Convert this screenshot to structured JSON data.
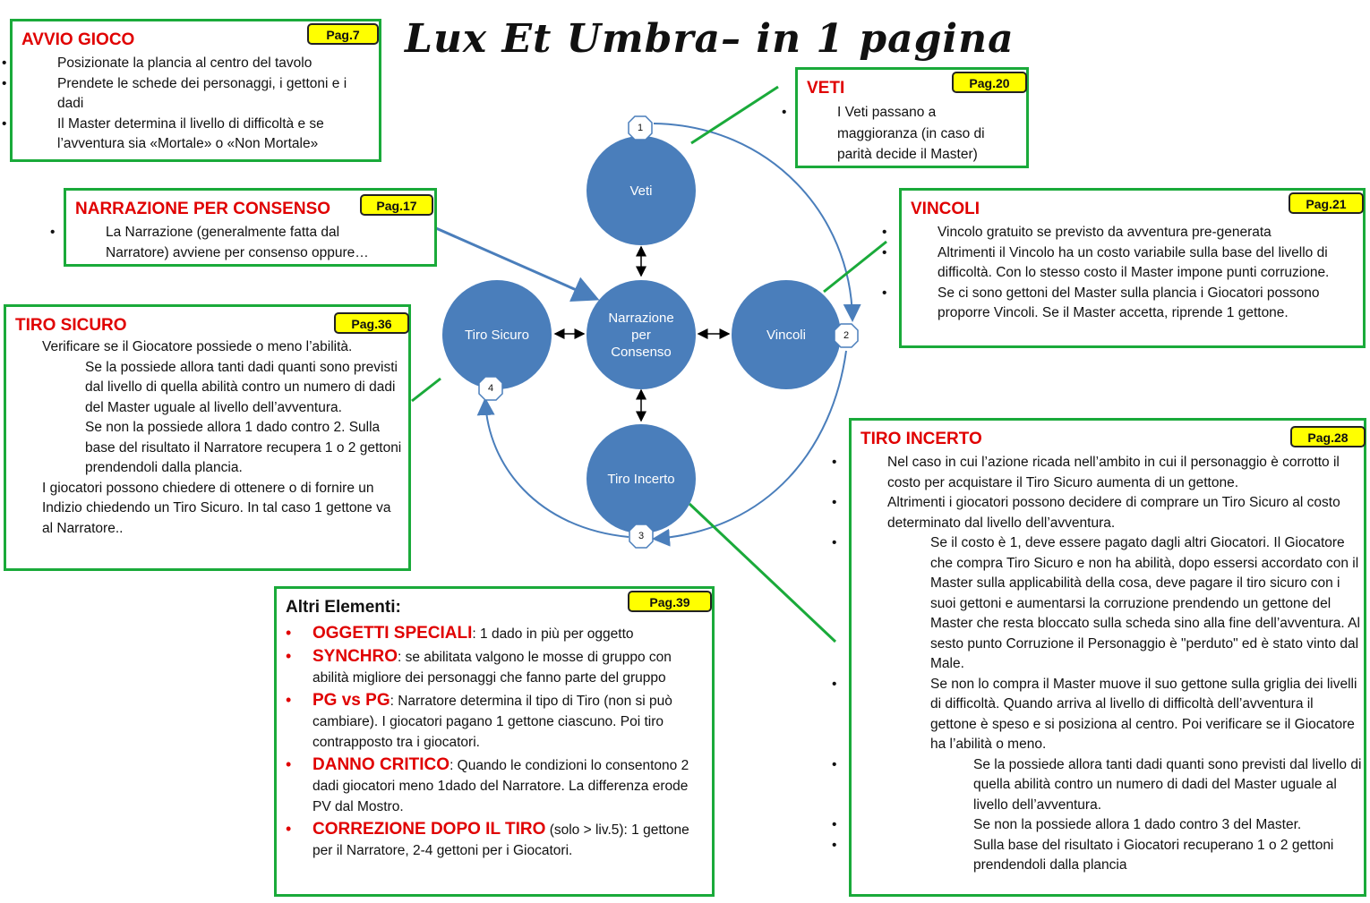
{
  "title": "Lux Et Umbra– in 1 pagina",
  "diagram": {
    "nodes": {
      "veti": "Veti",
      "tiro_sicuro": "Tiro Sicuro",
      "narrazione": "Narrazione per Consenso",
      "vincoli": "Vincoli",
      "tiro_incerto": "Tiro Incerto"
    },
    "steps": [
      "1",
      "2",
      "3",
      "4"
    ]
  },
  "avvio": {
    "title": "AVVIO GIOCO",
    "page": "Pag.7",
    "items": [
      "Posizionate la plancia al centro del tavolo",
      "Prendete le schede dei personaggi, i gettoni e i dadi",
      "Il Master determina il livello di difficoltà e se l’avventura sia «Mortale» o «Non Mortale»"
    ]
  },
  "veti": {
    "title": "VETI",
    "page": "Pag.20",
    "items": [
      "I Veti passano a maggioranza (in caso di parità decide il Master)"
    ]
  },
  "narrazione": {
    "title": "NARRAZIONE PER CONSENSO",
    "page": "Pag.17",
    "items": [
      "La Narrazione (generalmente fatta dal Narratore)  avviene per consenso oppure…"
    ]
  },
  "vincoli": {
    "title": "VINCOLI",
    "page": "Pag.21",
    "items": [
      "Vincolo gratuito se previsto da avventura pre-generata",
      "Altrimenti il Vincolo ha un costo variabile sulla base del livello di difficoltà. Con lo stesso costo il Master impone punti corruzione.",
      "Se ci sono gettoni del Master sulla plancia i Giocatori possono proporre Vincoli. Se il Master accetta, riprende 1 gettone."
    ]
  },
  "tiro_sicuro": {
    "title": "TIRO SICURO",
    "page": "Pag.36",
    "item1": "Verificare se il Giocatore possiede o meno l’abilità.",
    "sub1": "Se la possiede allora tanti dadi quanti sono previsti dal livello di quella abilità contro un numero di dadi del Master uguale al livello dell’avventura.",
    "sub2": "Se non la possiede allora 1 dado contro 2. Sulla base del risultato il Narratore recupera 1 o 2 gettoni prendendoli dalla plancia.",
    "item2": "I giocatori possono chiedere di ottenere o di fornire un Indizio chiedendo un Tiro Sicuro. In tal caso 1 gettone va al Narratore.."
  },
  "tiro_incerto": {
    "title": "TIRO INCERTO",
    "page": "Pag.28",
    "item1": "Nel caso in cui l’azione ricada nell’ambito in cui il personaggio è corrotto il costo per acquistare il Tiro Sicuro aumenta di un gettone.",
    "item2": "Altrimenti i giocatori possono decidere di comprare un Tiro Sicuro al costo determinato dal livello dell’avventura.",
    "sub1": "Se il costo è 1, deve essere pagato dagli altri Giocatori. Il Giocatore che compra Tiro Sicuro e non ha abilità, dopo essersi accordato con il Master sulla applicabilità della cosa, deve pagare il tiro sicuro con i suoi gettoni e aumentarsi la corruzione prendendo un gettone del Master che resta bloccato sulla scheda sino alla fine dell’avventura. Al sesto punto Corruzione il Personaggio è \"perduto\" ed è stato vinto dal Male.",
    "sub2": "Se non lo compra il Master muove il suo gettone sulla griglia dei livelli di difficoltà. Quando arriva al livello di difficoltà dell’avventura il gettone è speso e si posiziona al centro. Poi verificare se il Giocatore ha l’abilità o meno.",
    "subsub1": "Se la possiede allora tanti dadi quanti sono previsti dal livello di quella abilità contro un numero di dadi del Master uguale al livello dell’avventura.",
    "subsub2": "Se non la possiede allora 1 dado contro 3 del Master.",
    "subsub3": "Sulla base del risultato i Giocatori recuperano 1 o 2 gettoni prendendoli dalla plancia"
  },
  "altri": {
    "title": "Altri Elementi:",
    "page": "Pag.39",
    "items": [
      {
        "head": "OGGETTI SPECIALI",
        "text": ": 1 dado in più per oggetto"
      },
      {
        "head": "SYNCHRO",
        "text": ": se abilitata  valgono le mosse di gruppo con abilità migliore dei personaggi che fanno parte del gruppo"
      },
      {
        "head": "PG vs PG",
        "text": ": Narratore determina il tipo di Tiro (non si può cambiare). I giocatori pagano 1 gettone ciascuno. Poi tiro contrapposto tra i giocatori."
      },
      {
        "head": "DANNO CRITICO",
        "text": ": Quando le condizioni lo consentono 2 dadi giocatori meno 1dado del Narratore. La differenza erode PV dal Mostro."
      },
      {
        "head": "CORREZIONE DOPO IL TIRO",
        "text": " (solo > liv.5): 1 gettone per il Narratore, 2-4 gettoni per i Giocatori."
      }
    ]
  },
  "colors": {
    "box_border": "#1aaa3a",
    "heading_red": "#e00000",
    "node_blue": "#4a7ebb",
    "page_tag": "#ffff00"
  }
}
